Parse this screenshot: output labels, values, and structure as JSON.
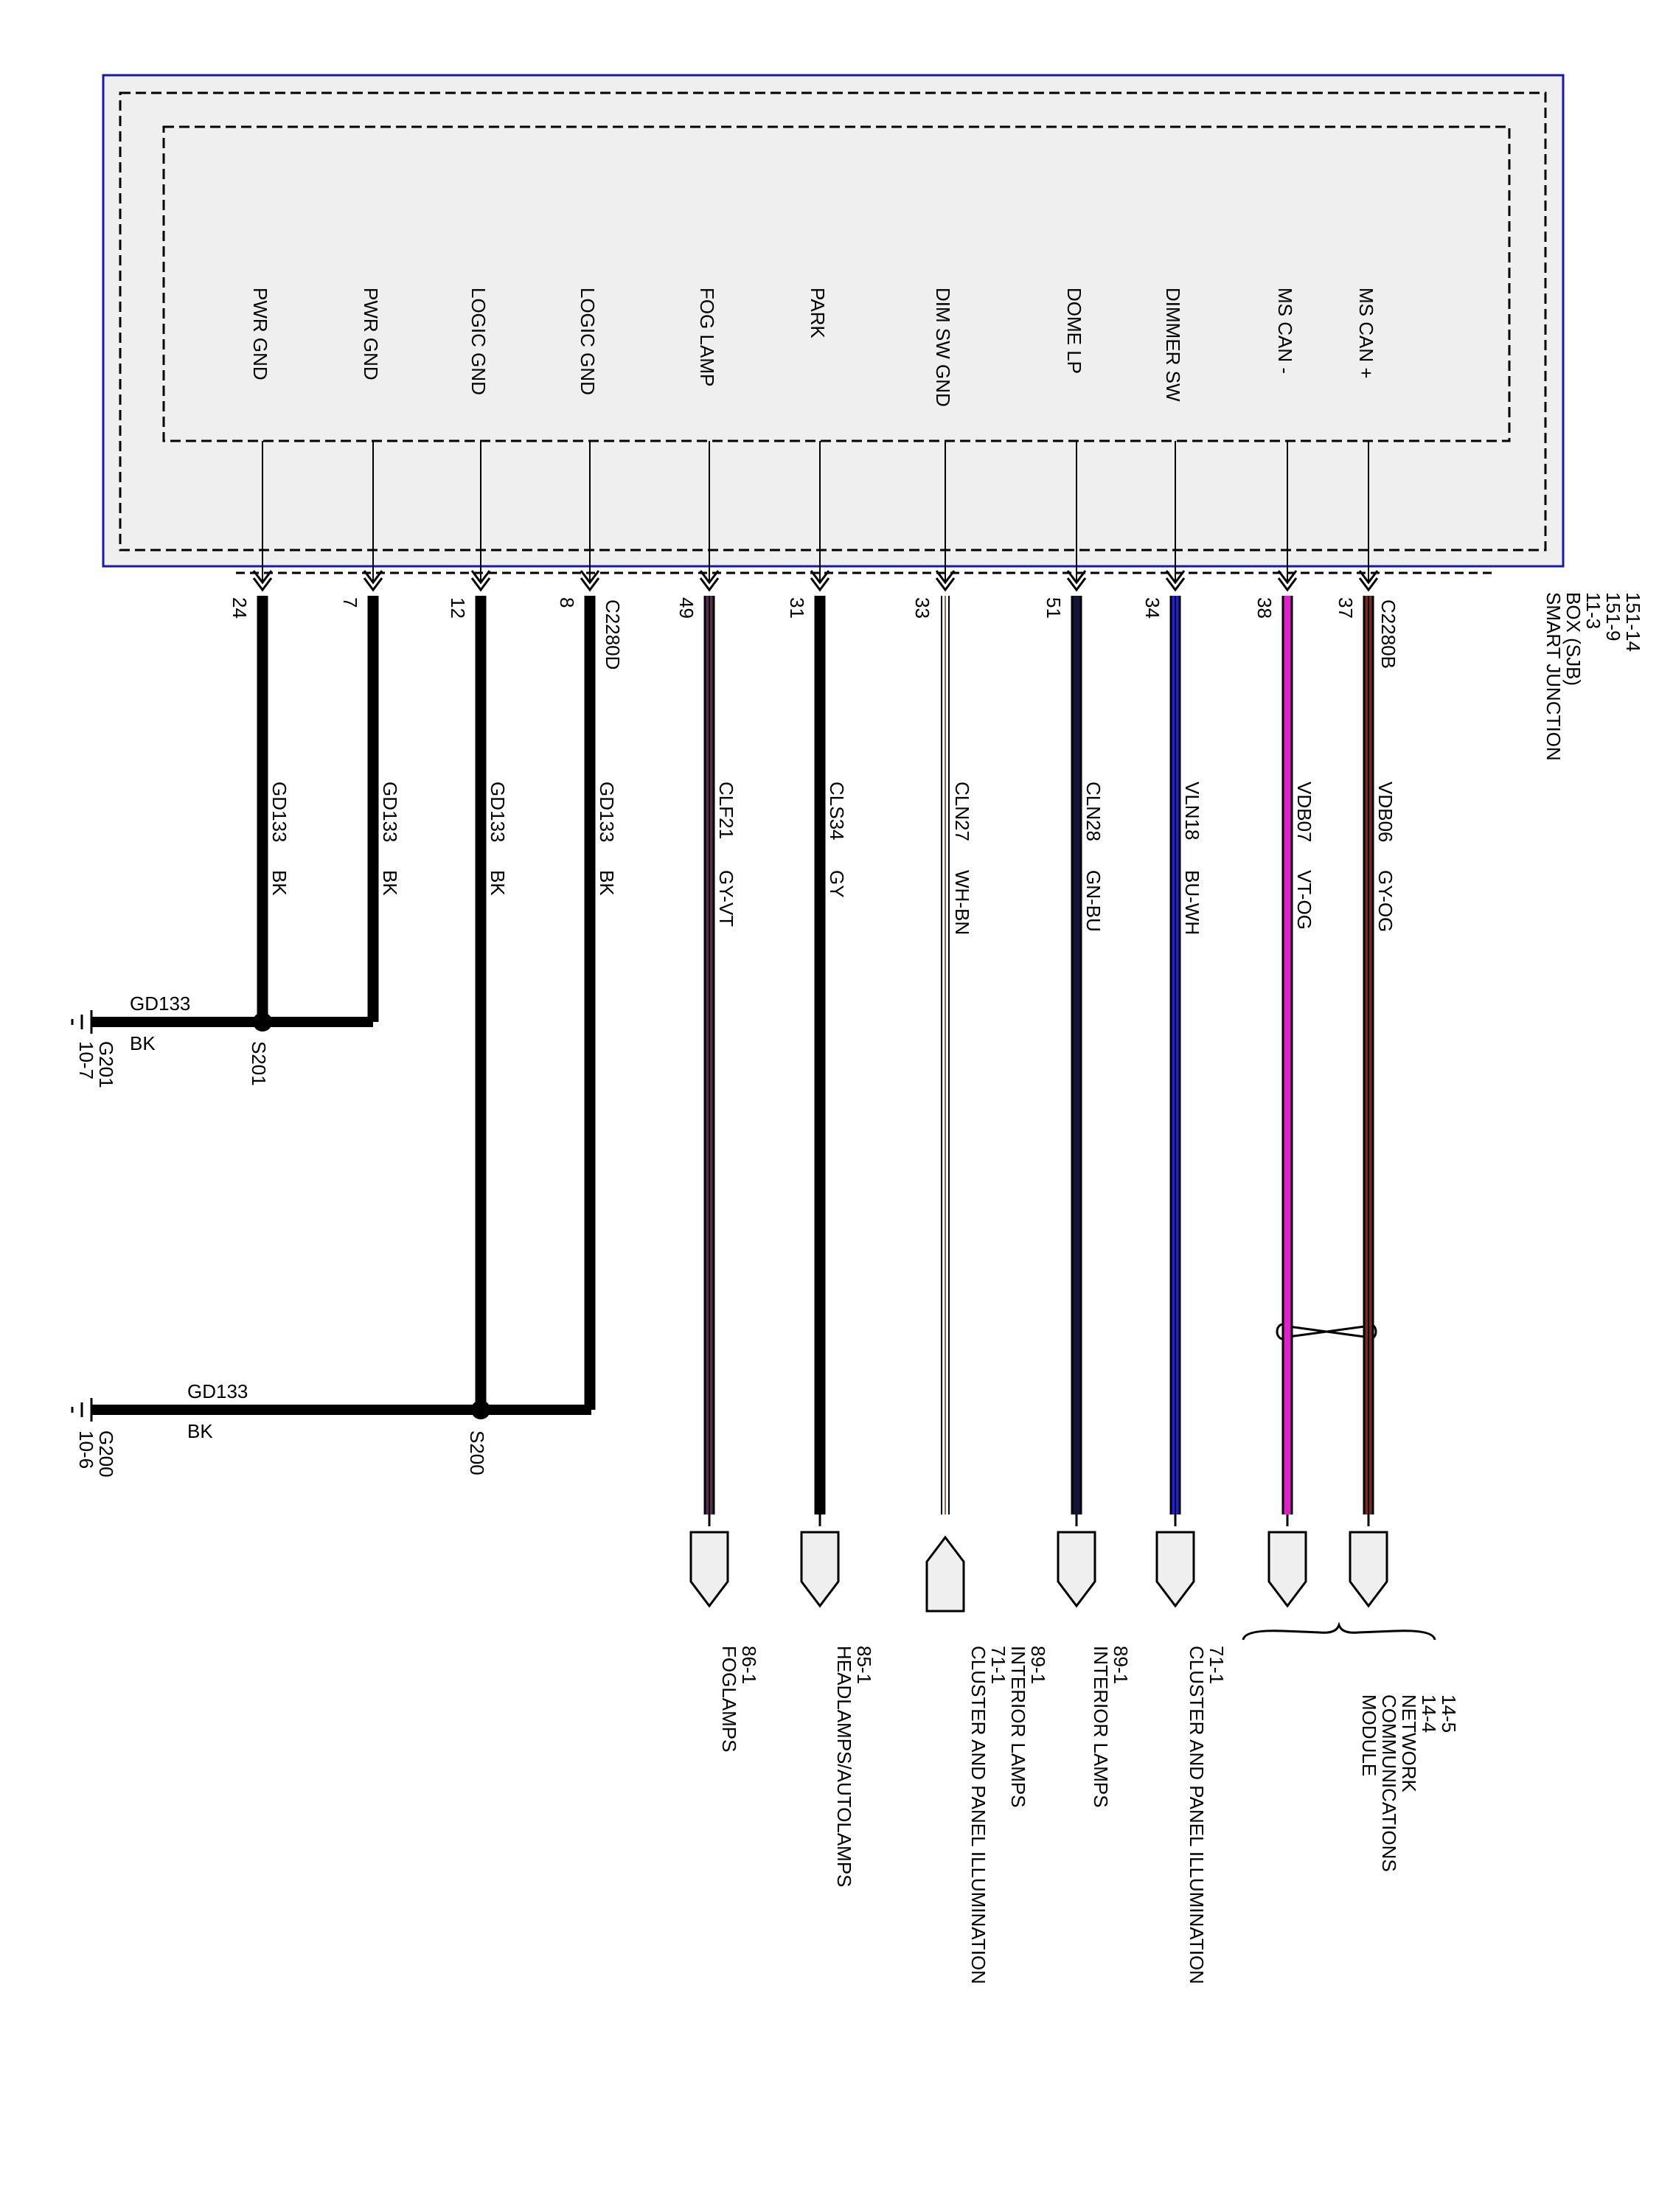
{
  "module": {
    "title_lines": [
      "SMART JUNCTION",
      "BOX (SJB)",
      "11-3",
      "151-9",
      "151-14"
    ],
    "connector_b": "C2280B",
    "connector_d": "C2280D",
    "fill_color": "#efefef",
    "frame_color": "#1a1aa6"
  },
  "pins": [
    {
      "id": "24",
      "func": "PWR GND",
      "circuit": "GD133",
      "color_code": "BK",
      "wire": "#000000",
      "style": "solid"
    },
    {
      "id": "7",
      "func": "PWR GND",
      "circuit": "GD133",
      "color_code": "BK",
      "wire": "#000000",
      "style": "solid"
    },
    {
      "id": "12",
      "func": "LOGIC GND",
      "circuit": "GD133",
      "color_code": "BK",
      "wire": "#000000",
      "style": "solid"
    },
    {
      "id": "8",
      "func": "LOGIC GND",
      "circuit": "GD133",
      "color_code": "BK",
      "wire": "#000000",
      "style": "solid"
    },
    {
      "id": "49",
      "func": "FOG LAMP",
      "circuit": "CLF21",
      "color_code": "GY-VT",
      "wire": "#5a2e50",
      "style": "stripe"
    },
    {
      "id": "31",
      "func": "PARK",
      "circuit": "CLS34",
      "color_code": "GY",
      "wire": "#000000",
      "style": "solid"
    },
    {
      "id": "33",
      "func": "DIM SW GND",
      "circuit": "CLN27",
      "color_code": "WH-BN",
      "wire": "#8a6a4a",
      "style": "hollow"
    },
    {
      "id": "51",
      "func": "DOME LP",
      "circuit": "CLN28",
      "color_code": "GN-BU",
      "wire": "#14143a",
      "style": "solid"
    },
    {
      "id": "34",
      "func": "DIMMER SW",
      "circuit": "VLN18",
      "color_code": "BU-WH",
      "wire": "#2020e0",
      "style": "stripe"
    },
    {
      "id": "38",
      "func": "MS CAN -",
      "circuit": "VDB07",
      "color_code": "VT-OG",
      "wire": "#e020c8",
      "style": "solid"
    },
    {
      "id": "37",
      "func": "MS CAN +",
      "circuit": "VDB06",
      "color_code": "GY-OG",
      "wire": "#7a2a1a",
      "style": "stripe"
    }
  ],
  "splices": [
    {
      "id": "S201",
      "circuit": "GD133",
      "color_code": "BK",
      "ground": "G201",
      "ground_ref": "10-7"
    },
    {
      "id": "S200",
      "circuit": "GD133",
      "color_code": "BK",
      "ground": "G200",
      "ground_ref": "10-6"
    }
  ],
  "destinations": [
    {
      "lines": [
        "FOGLAMPS",
        "86-1"
      ]
    },
    {
      "lines": [
        "HEADLAMPS/AUTOLAMPS",
        "85-1"
      ]
    },
    {
      "lines": [
        "CLUSTER AND PANEL ILLUMINATION",
        "71-1",
        "INTERIOR LAMPS",
        "89-1"
      ]
    },
    {
      "lines": [
        "INTERIOR LAMPS",
        "89-1"
      ]
    },
    {
      "lines": [
        "CLUSTER AND PANEL ILLUMINATION",
        "71-1"
      ]
    },
    {
      "lines": [
        "MODULE",
        "COMMUNICATIONS",
        "NETWORK",
        "14-4",
        "14-5"
      ]
    }
  ]
}
